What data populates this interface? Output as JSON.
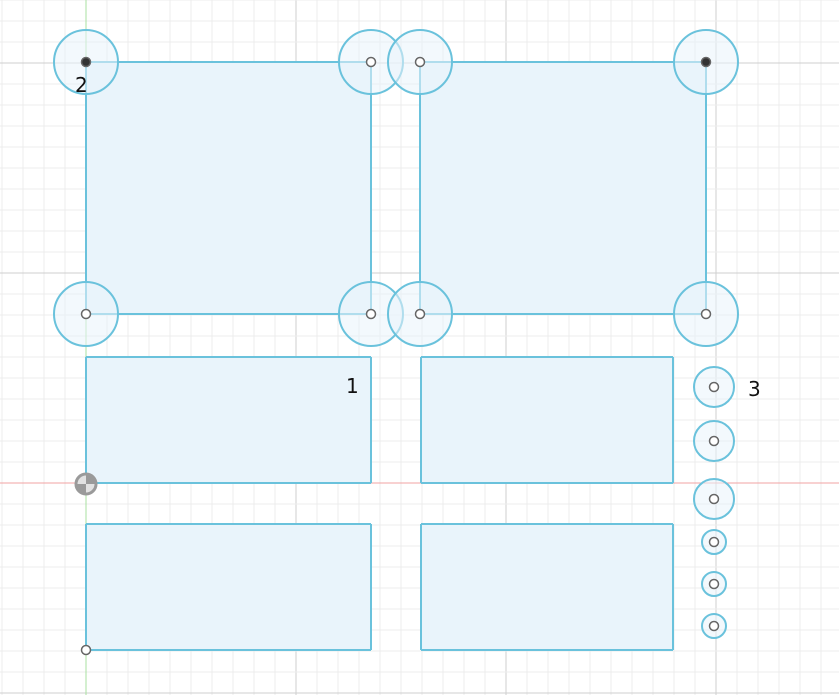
{
  "labels": {
    "rect_one": "1",
    "corner_two": "2",
    "circles_three": "3"
  },
  "colors": {
    "background": "#ffffff",
    "grid_minor": "#ececec",
    "grid_major": "#cfcfcf",
    "x_axis": "#f2a3a3",
    "y_axis": "#a8e0a0",
    "sketch_stroke": "#6ac2dc",
    "sketch_fill": "#e9f4fb",
    "point_stroke": "#666666",
    "point_fixed": "#333333",
    "origin": "#9a9a9a"
  }
}
